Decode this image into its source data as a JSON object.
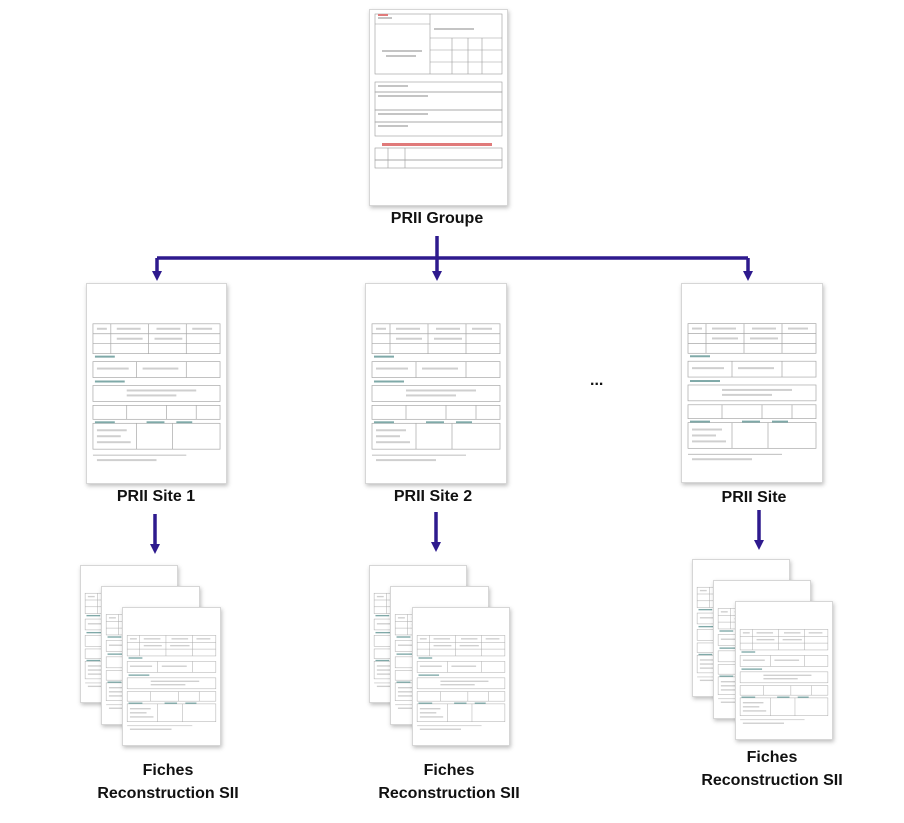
{
  "diagram": {
    "root_label": "PRII Groupe",
    "site_labels": [
      "PRII Site 1",
      "PRII Site 2",
      "PRII Site"
    ],
    "ellipsis": "...",
    "fiches_label_line1": "Fiches",
    "fiches_label_line2": "Reconstruction SII",
    "arrow_color": "#2e1a8e"
  }
}
